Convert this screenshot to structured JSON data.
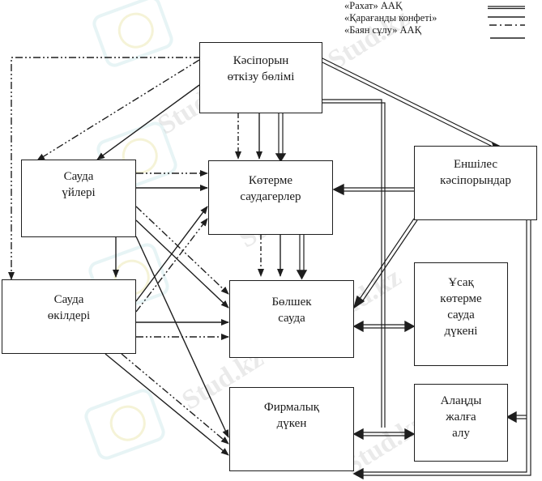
{
  "legend": {
    "items": [
      {
        "label": "«Рахат» ААҚ",
        "style": "double"
      },
      {
        "label": "«Қарағанды конфеті»",
        "style": "dash-dot"
      },
      {
        "label": "«Баян сұлу» ААҚ",
        "style": "solid"
      }
    ]
  },
  "nodes": {
    "sales_dept": {
      "line1": "Кәсіпорын",
      "line2": "өткізу бөлімі"
    },
    "trade_houses": {
      "line1": "Сауда",
      "line2": "үйлері"
    },
    "wholesalers": {
      "line1": "Көтерме",
      "line2": "саудагерлер"
    },
    "subsidiaries": {
      "line1": "Еншілес",
      "line2": "кәсіпорындар"
    },
    "trade_reps": {
      "line1": "Сауда",
      "line2": "өкілдері"
    },
    "retail": {
      "line1": "Бөлшек",
      "line2": "сауда"
    },
    "small_wholesale": {
      "line1": "Ұсақ",
      "line2": "көтерме",
      "line3": "сауда",
      "line4": "дүкені"
    },
    "brand_store": {
      "line1": "Фирмалық",
      "line2": "дүкен"
    },
    "rent_space": {
      "line1": "Алаңды",
      "line2": "жалға",
      "line3": "алу"
    }
  },
  "watermark": {
    "text": "Stud.kz"
  },
  "colors": {
    "line": "#1e1e1e",
    "background": "#ffffff"
  }
}
